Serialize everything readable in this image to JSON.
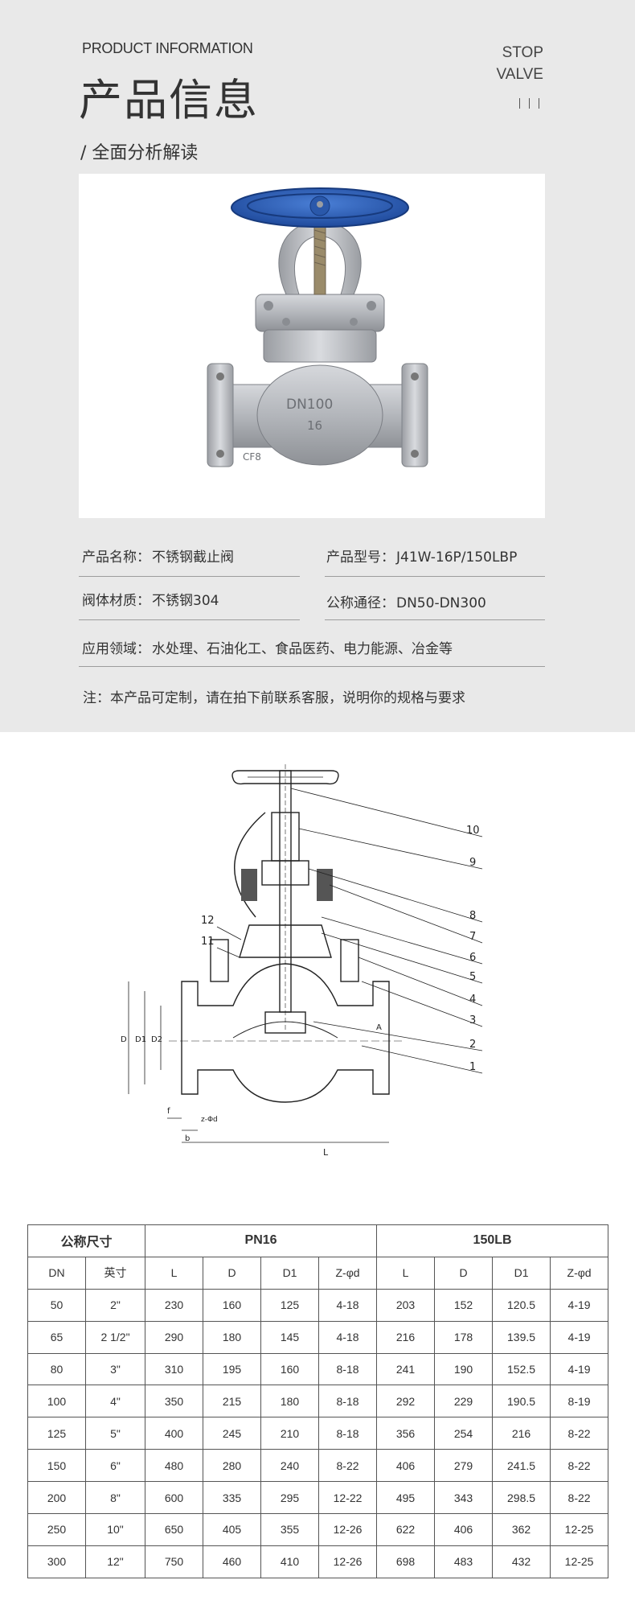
{
  "header": {
    "en_title": "PRODUCT INFORMATION",
    "cn_title": "产品信息",
    "badge_line1": "STOP",
    "badge_line2": "VALVE",
    "subtitle": "/ 全面分析解读"
  },
  "info": {
    "name_label": "产品名称：",
    "name_value": "不锈钢截止阀",
    "model_label": "产品型号：",
    "model_value": "J41W-16P/150LBP",
    "material_label": "阀体材质：",
    "material_value": "不锈钢304",
    "dn_label": "公称通径：",
    "dn_value": "DN50-DN300",
    "app_label": "应用领域：",
    "app_value": "水处理、石油化工、食品医药、电力能源、冶金等",
    "note": "注：本产品可定制，请在拍下前联系客服，说明你的规格与要求"
  },
  "photo": {
    "body_mark": "DN100",
    "body_mark2": "16",
    "side_mark": "CF8"
  },
  "drawing": {
    "callouts": [
      "10",
      "9",
      "8",
      "7",
      "6",
      "5",
      "4",
      "3",
      "2",
      "1",
      "12",
      "11"
    ],
    "dims": [
      "D",
      "D1",
      "D2",
      "L",
      "f",
      "b",
      "z-Φd",
      "A"
    ]
  },
  "table": {
    "group_size": "公称尺寸",
    "group_pn16": "PN16",
    "group_150lb": "150LB",
    "sub_headers": [
      "DN",
      "英寸",
      "L",
      "D",
      "D1",
      "Z-φd",
      "L",
      "D",
      "D1",
      "Z-φd"
    ],
    "rows": [
      [
        "50",
        "2\"",
        "230",
        "160",
        "125",
        "4-18",
        "203",
        "152",
        "120.5",
        "4-19"
      ],
      [
        "65",
        "2  1/2\"",
        "290",
        "180",
        "145",
        "4-18",
        "216",
        "178",
        "139.5",
        "4-19"
      ],
      [
        "80",
        "3\"",
        "310",
        "195",
        "160",
        "8-18",
        "241",
        "190",
        "152.5",
        "4-19"
      ],
      [
        "100",
        "4\"",
        "350",
        "215",
        "180",
        "8-18",
        "292",
        "229",
        "190.5",
        "8-19"
      ],
      [
        "125",
        "5\"",
        "400",
        "245",
        "210",
        "8-18",
        "356",
        "254",
        "216",
        "8-22"
      ],
      [
        "150",
        "6\"",
        "480",
        "280",
        "240",
        "8-22",
        "406",
        "279",
        "241.5",
        "8-22"
      ],
      [
        "200",
        "8\"",
        "600",
        "335",
        "295",
        "12-22",
        "495",
        "343",
        "298.5",
        "8-22"
      ],
      [
        "250",
        "10\"",
        "650",
        "405",
        "355",
        "12-26",
        "622",
        "406",
        "362",
        "12-25"
      ],
      [
        "300",
        "12\"",
        "750",
        "460",
        "410",
        "12-26",
        "698",
        "483",
        "432",
        "12-25"
      ]
    ]
  },
  "colors": {
    "top_bg": "#e9e9e9",
    "handwheel": "#2d5db4",
    "valve_steel": "#b5b8bd"
  }
}
